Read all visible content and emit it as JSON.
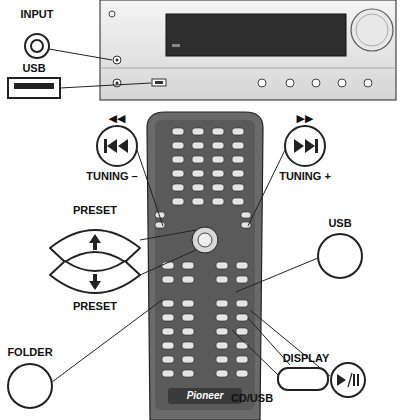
{
  "diagram": {
    "labels": [
      "INPUT",
      "USB",
      "◀◀",
      "TUNING –",
      "▶▶",
      "TUNING +",
      "PRESET",
      "USB",
      "PRESET",
      "FOLDER",
      "CD/USB",
      "DISPLAY",
      "Pioneer"
    ]
  }
}
